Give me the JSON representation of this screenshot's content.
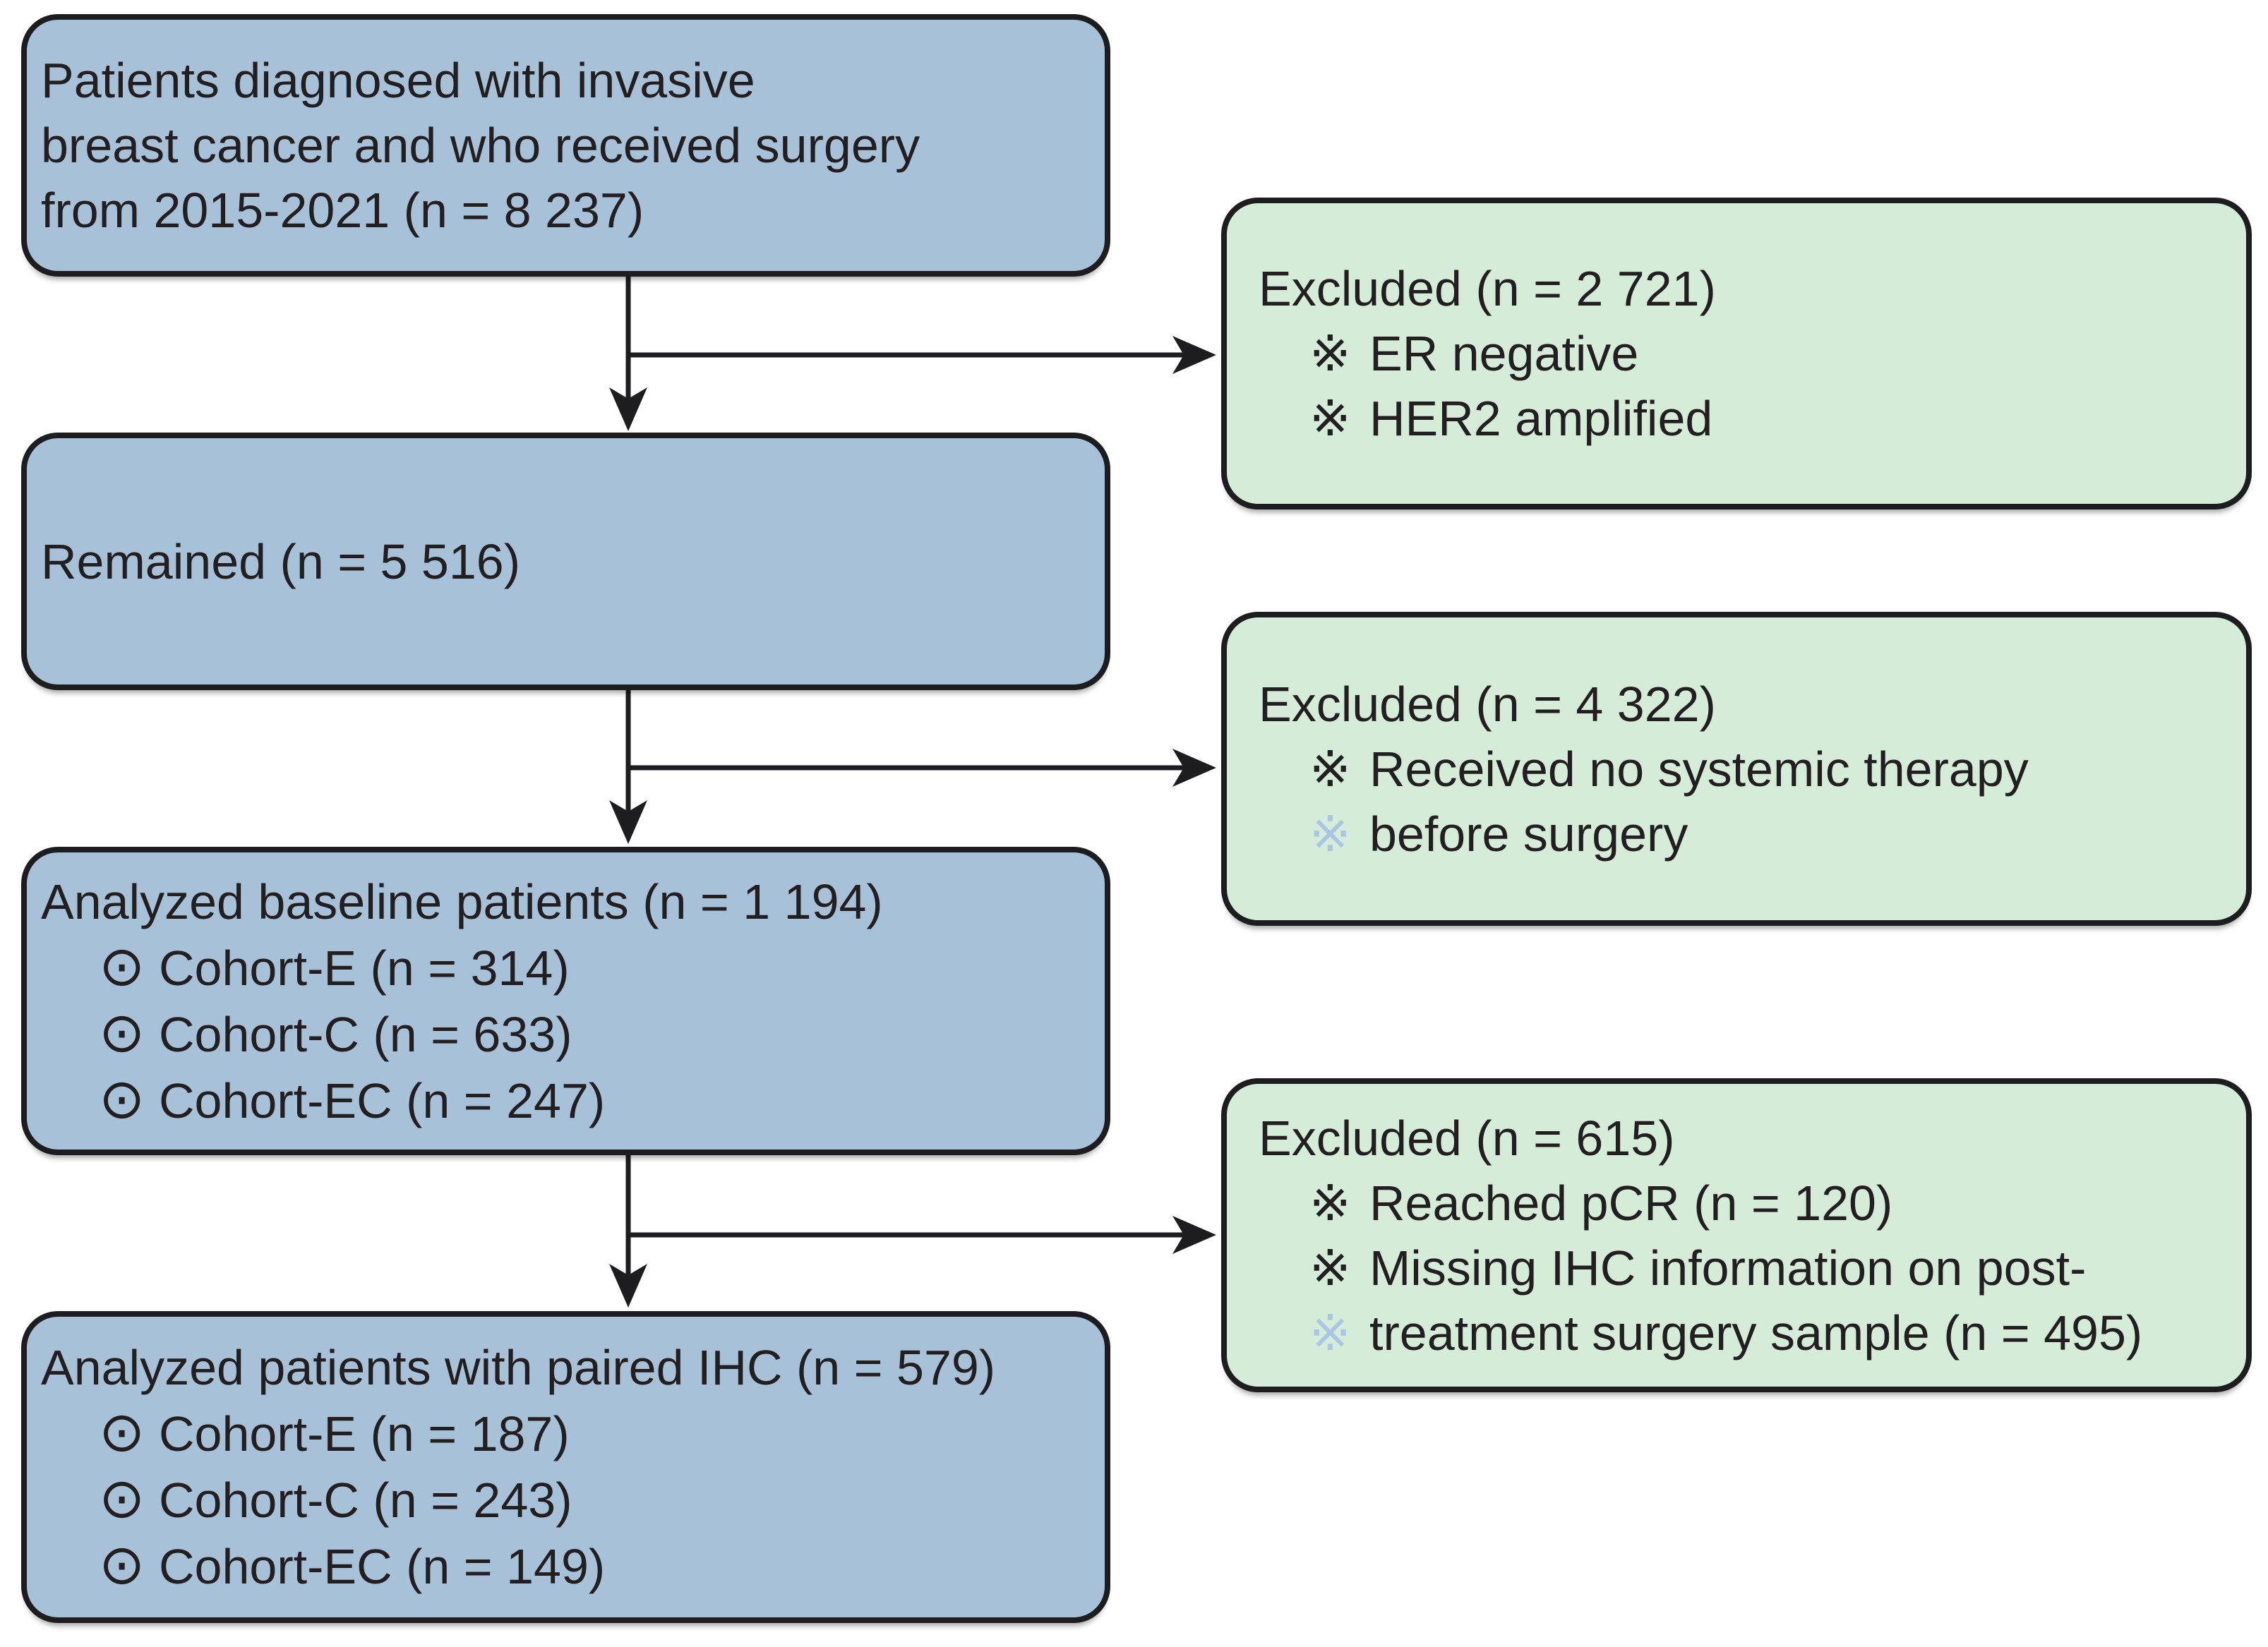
{
  "colors": {
    "box_blue_fill": "#a7c2d8",
    "box_green_fill": "#d5edd8",
    "outline": "#1d1d1f",
    "text": "#231f20",
    "faded_marker": "#a9c6e5"
  },
  "markers": {
    "exclusion_marker": "※",
    "cohort_marker": "⊙"
  },
  "main_flow": [
    {
      "name": "eligible",
      "lines": [
        "Patients diagnosed with invasive",
        "breast cancer and who received surgery",
        "from 2015-2021 (n = 8 237)"
      ]
    },
    {
      "name": "remained",
      "lines": [
        "Remained (n = 5 516)"
      ]
    },
    {
      "name": "analyzed-baseline",
      "heading": "Analyzed baseline patients (n = 1 194)",
      "items": [
        "Cohort-E (n = 314)",
        "Cohort-C (n = 633)",
        "Cohort-EC (n = 247)"
      ]
    },
    {
      "name": "analyzed-paired",
      "heading": "Analyzed patients with paired IHC (n = 579)",
      "items": [
        "Cohort-E (n = 187)",
        "Cohort-C (n = 243)",
        "Cohort-EC (n = 149)"
      ]
    }
  ],
  "exclusions": [
    {
      "heading": "Excluded (n = 2 721)",
      "items": [
        {
          "text": "ER negative"
        },
        {
          "text": "HER2 amplified"
        }
      ]
    },
    {
      "heading": "Excluded (n = 4 322)",
      "items": [
        {
          "text": "Received no systemic therapy"
        },
        {
          "text": "before surgery",
          "marker_faded": true
        }
      ]
    },
    {
      "heading": "Excluded (n = 615)",
      "items": [
        {
          "text": "Reached pCR (n = 120)"
        },
        {
          "text": "Missing IHC information on post-"
        },
        {
          "text": "treatment surgery sample (n = 495)",
          "marker_faded": true
        }
      ]
    }
  ]
}
